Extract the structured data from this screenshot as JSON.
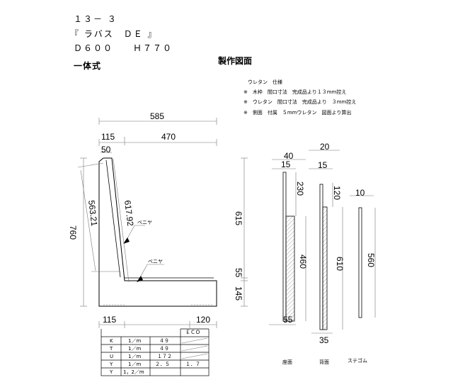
{
  "header": {
    "code": "１３－ ３",
    "model": "『 ラバス　ＤＥ 』",
    "size": "Ｄ６００　　Ｈ７７０",
    "type": "一体式"
  },
  "drawing_title": "製作図面",
  "spec": {
    "title": "ウレタン　仕様",
    "notes": [
      "※　木枠　間口寸法　完成品より１３mm控え",
      "※　ウレタン　間口寸法　完成品より　３mm控え",
      "※　側面　付属　５mmウレタン　図面より算出"
    ]
  },
  "side_view": {
    "dims": {
      "total_depth": "585",
      "back_depth": "115",
      "seat_depth": "470",
      "top_width": "50",
      "back_front_length": "617.92",
      "back_rear_length": "563.21",
      "overall_height": "760",
      "back_height": "615",
      "seat_top_gap": "55",
      "seat_height": "145",
      "bottom_back": "115",
      "bottom_front": "120"
    },
    "labels": {
      "veneer_back": "ベニヤ",
      "veneer_seat": "ベニヤ"
    }
  },
  "parts": {
    "seat_face": {
      "name": "座面",
      "dims": {
        "width": "40",
        "inner": "15",
        "top_gap": "230",
        "length": "460",
        "bottom": "55"
      }
    },
    "back_face": {
      "name": "背面",
      "dims": {
        "width": "20",
        "inner": "15",
        "top_gap": "120",
        "length": "610",
        "bottom": "35"
      }
    },
    "stegum": {
      "name": "ステゴム",
      "dims": {
        "width": "10",
        "length": "560"
      }
    }
  },
  "table": {
    "eco_header": "ＥＣＯ",
    "rows": [
      {
        "key": "K",
        "unit": "1／m",
        "value": "４９",
        "eco": ""
      },
      {
        "key": "T",
        "unit": "1／m",
        "value": "４９",
        "eco": ""
      },
      {
        "key": "U",
        "unit": "1／m",
        "value": "１７２",
        "eco": ""
      },
      {
        "key": "Y",
        "unit": "1／m",
        "value": "２．５",
        "eco": "１．７"
      },
      {
        "key": "Y",
        "unit": "1，2／m",
        "value": "",
        "eco": ""
      }
    ]
  }
}
